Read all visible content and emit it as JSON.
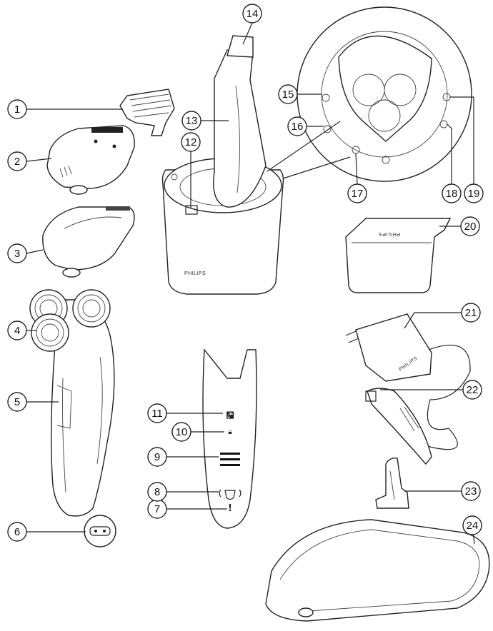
{
  "callouts": [
    "1",
    "2",
    "3",
    "4",
    "5",
    "6",
    "7",
    "8",
    "9",
    "10",
    "11",
    "12",
    "13",
    "14",
    "15",
    "16",
    "17",
    "18",
    "19",
    "20",
    "21",
    "22",
    "23",
    "24"
  ],
  "brand_text": {
    "cleaning_base": "PHILIPS",
    "cartridge_lid": "PHILIPS",
    "adapter": "PHILIPS"
  },
  "handle_panel_symbols": {
    "exclamation": "!",
    "lock": "🔒︎",
    "tap": "🚰︎"
  }
}
